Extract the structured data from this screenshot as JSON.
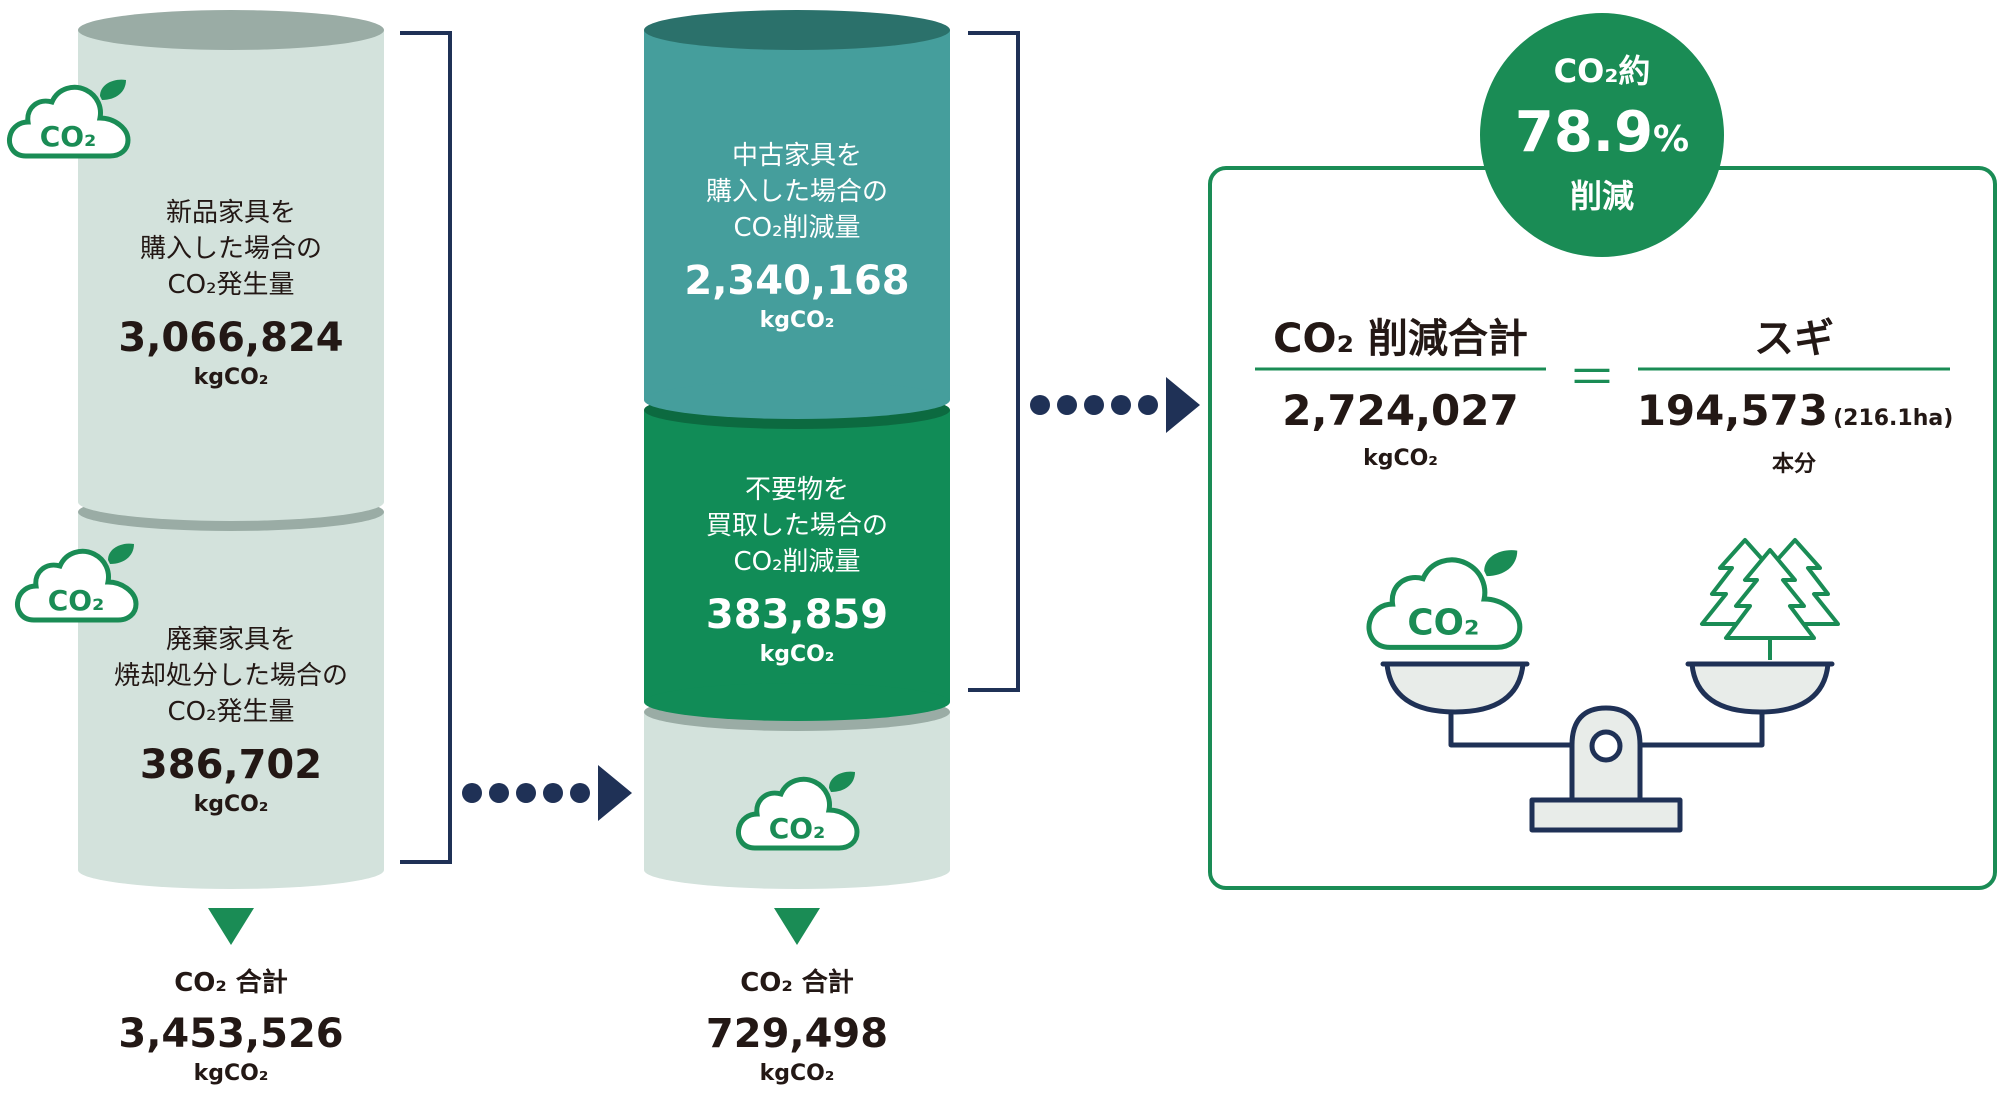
{
  "colors": {
    "light_cylinder": "#d3e2dc",
    "light_cylinder_top": "#9aaca5",
    "teal_cylinder": "#459e9c",
    "teal_cylinder_top": "#2b716b",
    "green_cylinder": "#118c57",
    "green_cylinder_top": "#0c6a40",
    "navy": "#1f3156",
    "brand_green": "#1a8c55"
  },
  "left_column": {
    "top_segment": {
      "label_lines": [
        "新品家具を",
        "購入した場合の",
        "CO₂発生量"
      ],
      "value": "3,066,824",
      "unit": "kgCO₂",
      "icon": "co2-cloud-icon",
      "icon_text": "CO₂"
    },
    "bottom_segment": {
      "label_lines": [
        "廃棄家具を",
        "焼却処分した場合の",
        "CO₂発生量"
      ],
      "value": "386,702",
      "unit": "kgCO₂",
      "icon": "co2-cloud-icon",
      "icon_text": "CO₂"
    },
    "total": {
      "label": "CO₂ 合計",
      "value": "3,453,526",
      "unit": "kgCO₂"
    }
  },
  "middle_column": {
    "top_segment": {
      "label_lines": [
        "中古家具を",
        "購入した場合の",
        "CO₂削減量"
      ],
      "value": "2,340,168",
      "unit": "kgCO₂"
    },
    "middle_segment": {
      "label_lines": [
        "不要物を",
        "買取した場合の",
        "CO₂削減量"
      ],
      "value": "383,859",
      "unit": "kgCO₂"
    },
    "bottom_segment": {
      "icon": "co2-cloud-icon",
      "icon_text": "CO₂"
    },
    "total": {
      "label": "CO₂ 合計",
      "value": "729,498",
      "unit": "kgCO₂"
    }
  },
  "badge": {
    "line1": "CO₂約",
    "percent_value": "78.9",
    "percent_sign": "%",
    "line3": "削減"
  },
  "result_panel": {
    "left_heading": "CO₂ 削減合計",
    "left_value": "2,724,027",
    "left_unit": "kgCO₂",
    "equals": "＝",
    "right_heading": "スギ",
    "right_value": "194,573",
    "right_extra": "(216.1ha)",
    "right_unit": "本分",
    "scale_left_icon": "co2-cloud-icon",
    "scale_left_icon_text": "CO₂",
    "scale_right_icon": "cedar-trees-icon",
    "scale_icon": "balance-scale-icon"
  }
}
